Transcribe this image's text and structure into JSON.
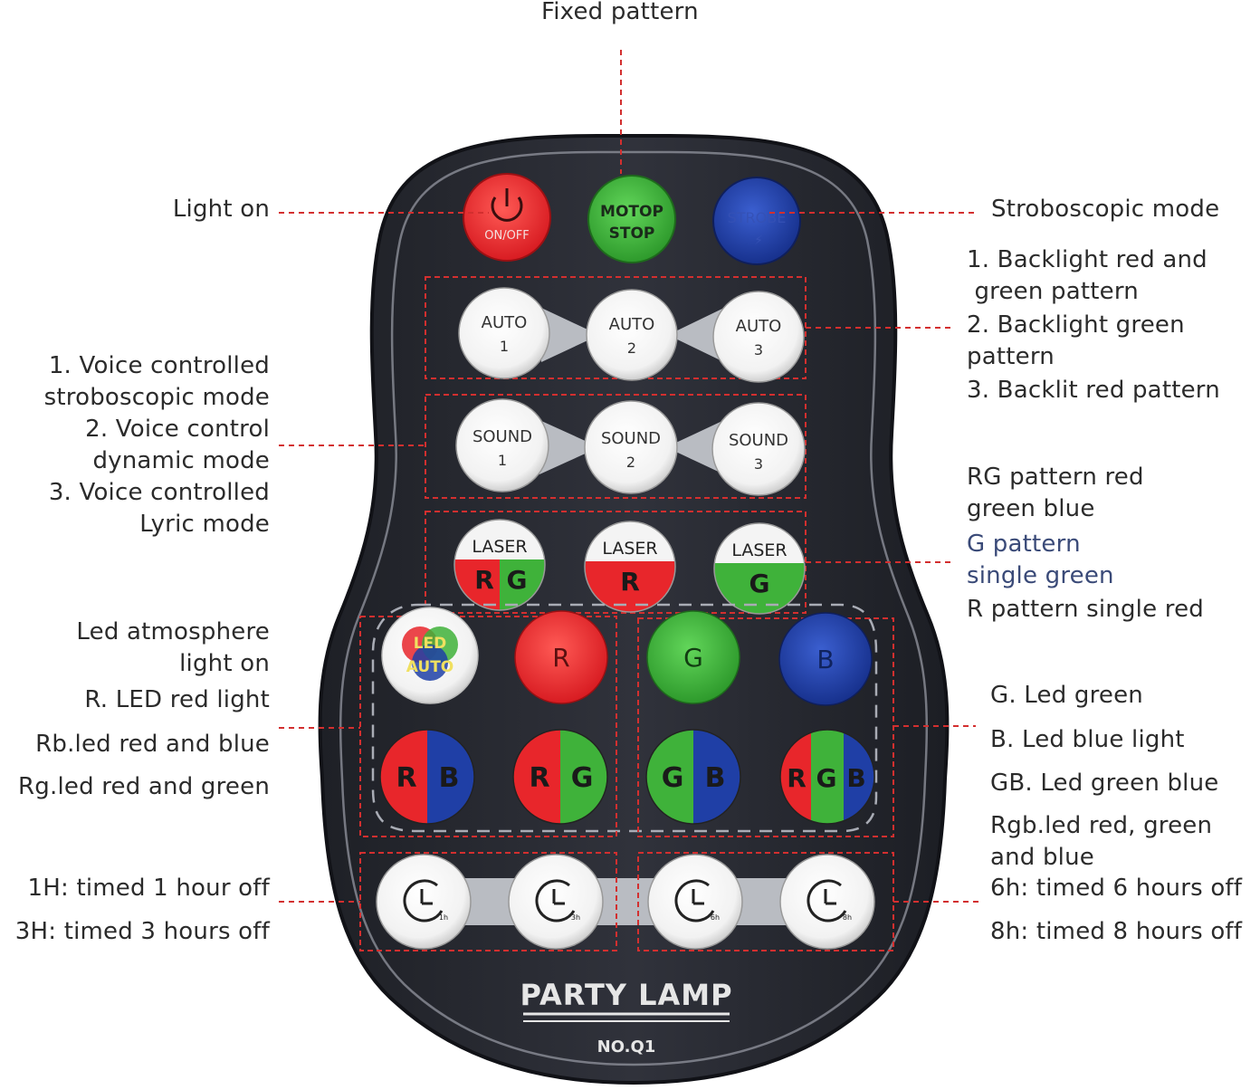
{
  "top_label": "Fixed pattern",
  "remote": {
    "buttons": {
      "onoff": "ON/OFF",
      "motop_line1": "MOTOP",
      "motop_line2": "STOP",
      "strobe": "STROBE",
      "auto": "AUTO",
      "sound": "SOUND",
      "laser": "LASER",
      "nums": [
        "1",
        "2",
        "3"
      ],
      "laser_rg_r": "R",
      "laser_rg_g": "G",
      "laser_r": "R",
      "laser_g": "G",
      "led_line1": "LED",
      "led_line2": "AUTO",
      "r": "R",
      "g": "G",
      "b": "B",
      "rb_r": "R",
      "rb_b": "B",
      "rg_r": "R",
      "rg_g": "G",
      "gb_g": "G",
      "gb_b": "B",
      "rgb_r": "R",
      "rgb_g": "G",
      "rgb_b": "B",
      "timer_labels": [
        "1h",
        "3h",
        "6h",
        "8h"
      ]
    },
    "brand": "PARTY LAMP",
    "model": "NO.Q1"
  },
  "labels_left": {
    "light_on": "Light on",
    "voice": [
      "1. Voice controlled",
      "stroboscopic mode",
      "2. Voice control",
      "dynamic mode",
      "3. Voice controlled",
      "Lyric mode"
    ],
    "led_atmo": [
      "Led atmosphere",
      "light on"
    ],
    "r_led": "R. LED red light",
    "rb_led": "Rb.led red and blue",
    "rg_led": "Rg.led red and green",
    "timer1": "1H: timed 1 hour off",
    "timer3": "3H: timed 3 hours off"
  },
  "labels_right": {
    "strobe": "Stroboscopic mode",
    "backlight": [
      "1. Backlight red and",
      " green pattern",
      "2. Backlight green",
      "pattern",
      "3. Backlit red pattern"
    ],
    "rg_pattern": [
      "RG pattern red",
      "green blue"
    ],
    "g_pattern": [
      "G pattern",
      "single green"
    ],
    "r_pattern": "R pattern single red",
    "g_led": "G. Led green",
    "b_led": "B. Led blue light",
    "gb_led": "GB. Led green blue",
    "rgb_led": [
      "Rgb.led red, green",
      "and blue"
    ],
    "timer6": "6h: timed 6 hours off",
    "timer8": "8h: timed 8 hours off"
  },
  "colors": {
    "red": "#e8262b",
    "green": "#3fb23a",
    "blue": "#1f3fa6",
    "body": "#2b2d35",
    "dashed_line": "#d32f2f"
  }
}
